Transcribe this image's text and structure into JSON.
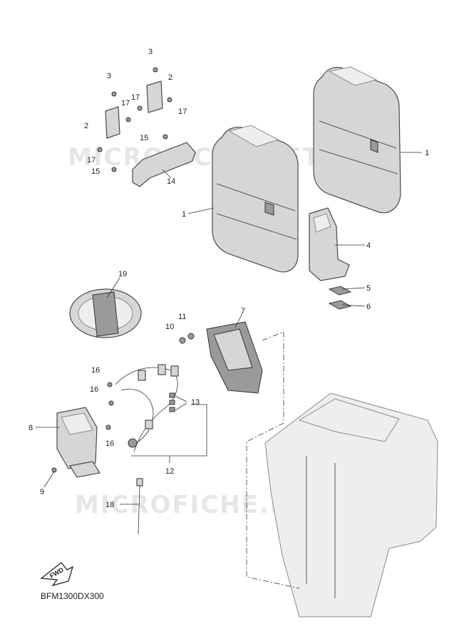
{
  "watermark": {
    "text": "MICROFICHE.NET"
  },
  "diagram_code": "BFM1300DX300",
  "fwd_label": "FWD",
  "callouts": {
    "c1a": "1",
    "c1b": "1",
    "c2a": "2",
    "c2b": "2",
    "c3a": "3",
    "c3b": "3",
    "c4": "4",
    "c5": "5",
    "c6": "6",
    "c7": "7",
    "c8": "8",
    "c9": "9",
    "c10": "10",
    "c11": "11",
    "c12": "12",
    "c13": "13",
    "c14": "14",
    "c15a": "15",
    "c15b": "15",
    "c16a": "16",
    "c16b": "16",
    "c16c": "16",
    "c17a": "17",
    "c17b": "17",
    "c17c": "17",
    "c17d": "17",
    "c18": "18",
    "c19": "19"
  }
}
